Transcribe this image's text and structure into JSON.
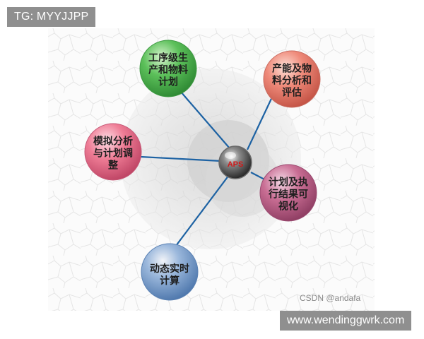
{
  "watermark_tag": "TG: MYYJJPP",
  "site_watermark": "www.wendinggwrk.com",
  "credit": "CSDN @andafa",
  "hub": {
    "label": "APS"
  },
  "nodes": [
    {
      "id": "process",
      "text": "工序级生\n产和物料\n计划",
      "color": "#5cc05a"
    },
    {
      "id": "capacity",
      "text": "产能及物\n料分析和\n评估",
      "color": "#ef8a7a"
    },
    {
      "id": "simulation",
      "text": "模拟分析\n与计划调\n整",
      "color": "#ef7d96"
    },
    {
      "id": "visualization",
      "text": "计划及执\n行结果可\n视化",
      "color": "#c96e94"
    },
    {
      "id": "realtime",
      "text": "动态实时\n计算",
      "color": "#7ea4d2"
    }
  ]
}
